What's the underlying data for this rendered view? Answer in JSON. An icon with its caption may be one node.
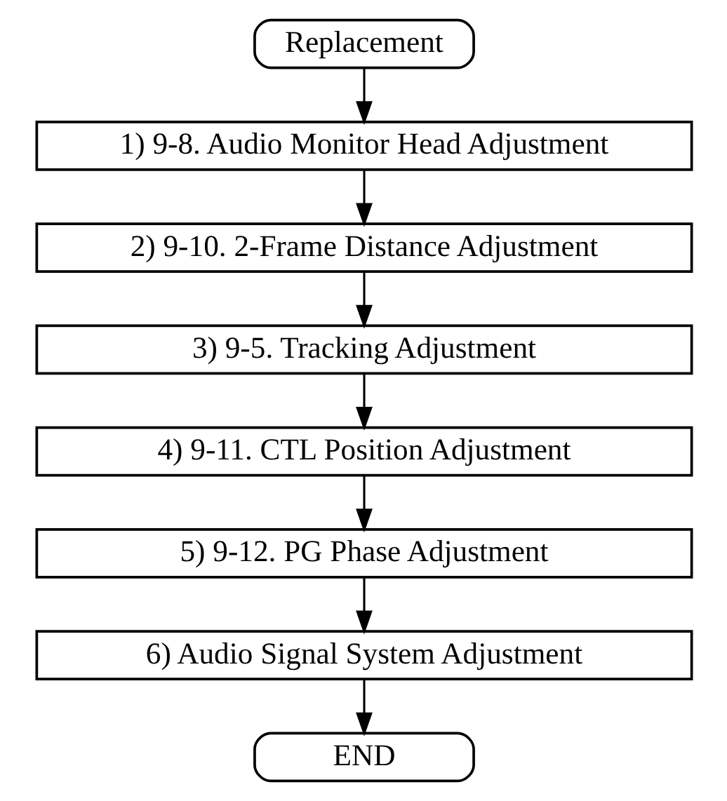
{
  "diagram": {
    "nodes": [
      {
        "text": [
          "Replacement"
        ]
      },
      {
        "text": [
          "1) 9-8. Audio Monitor Head Adjustment"
        ]
      },
      {
        "text": [
          "2) 9-10. 2-Frame Distance Adjustment"
        ]
      },
      {
        "text": [
          "3) 9-5. Tracking Adjustment"
        ]
      },
      {
        "text": [
          "4) 9-11. CTL Position Adjustment"
        ]
      },
      {
        "text": [
          "5) 9-12. PG Phase Adjustment"
        ]
      },
      {
        "text": [
          "6) Audio Signal System Adjustment"
        ]
      },
      {
        "text": [
          "END"
        ]
      }
    ],
    "edges": [
      {
        "from": 0,
        "to": 1,
        "arrow": "to"
      },
      {
        "from": 1,
        "to": 2,
        "arrow": "to"
      },
      {
        "from": 2,
        "to": 3,
        "arrow": "to"
      },
      {
        "from": 3,
        "to": 4,
        "arrow": "to"
      },
      {
        "from": 4,
        "to": 5,
        "arrow": "to"
      },
      {
        "from": 5,
        "to": 6,
        "arrow": "to"
      },
      {
        "from": 6,
        "to": 7,
        "arrow": "to"
      }
    ]
  }
}
